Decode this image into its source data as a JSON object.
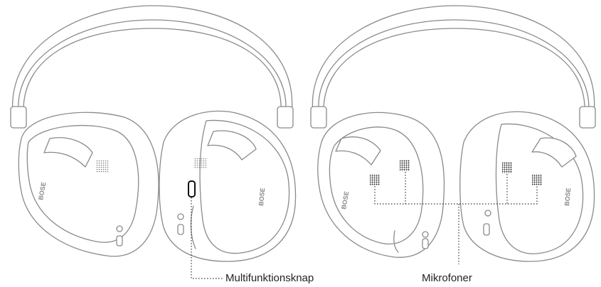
{
  "labels": {
    "multifunction_button": "Multifunktionsknap",
    "microphones": "Mikrofoner"
  },
  "brand_mark": "BOSE",
  "colors": {
    "outline": "#8a8a8a",
    "fill": "#ffffff",
    "callout": "#333333",
    "highlight": "#111111"
  }
}
